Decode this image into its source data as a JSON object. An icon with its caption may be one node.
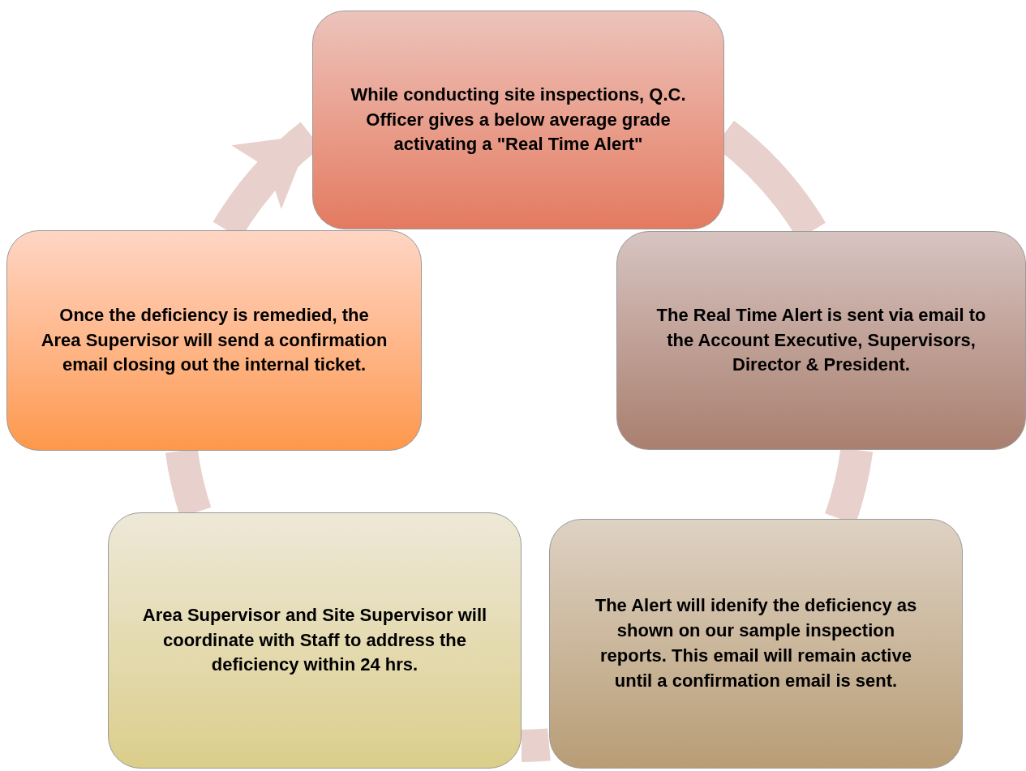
{
  "diagram": {
    "nodes": [
      {
        "text": [
          "While conducting site inspections, Q.C. Officer gives a below average grade activating a \"Real Time Alert\""
        ]
      },
      {
        "text": [
          "The Real Time Alert is sent via email to the Account Executive, Supervisors, Director & President."
        ]
      },
      {
        "text": [
          "The Alert will idenify the deficiency as shown on our sample inspection reports. This email will remain active until a confirmation email is sent."
        ]
      },
      {
        "text": [
          "Area Supervisor and Site Supervisor will coordinate with Staff to address the deficiency within 24 hrs."
        ]
      },
      {
        "text": [
          "Once the deficiency is remedied, the Area Supervisor will send a confirmation email closing out the internal ticket."
        ]
      }
    ],
    "edges": [
      {
        "from": 0,
        "to": 1,
        "arrow": "none"
      },
      {
        "from": 1,
        "to": 2,
        "arrow": "none"
      },
      {
        "from": 2,
        "to": 3,
        "arrow": "none"
      },
      {
        "from": 3,
        "to": 4,
        "arrow": "none"
      },
      {
        "from": 4,
        "to": 0,
        "arrow": "to"
      }
    ]
  }
}
